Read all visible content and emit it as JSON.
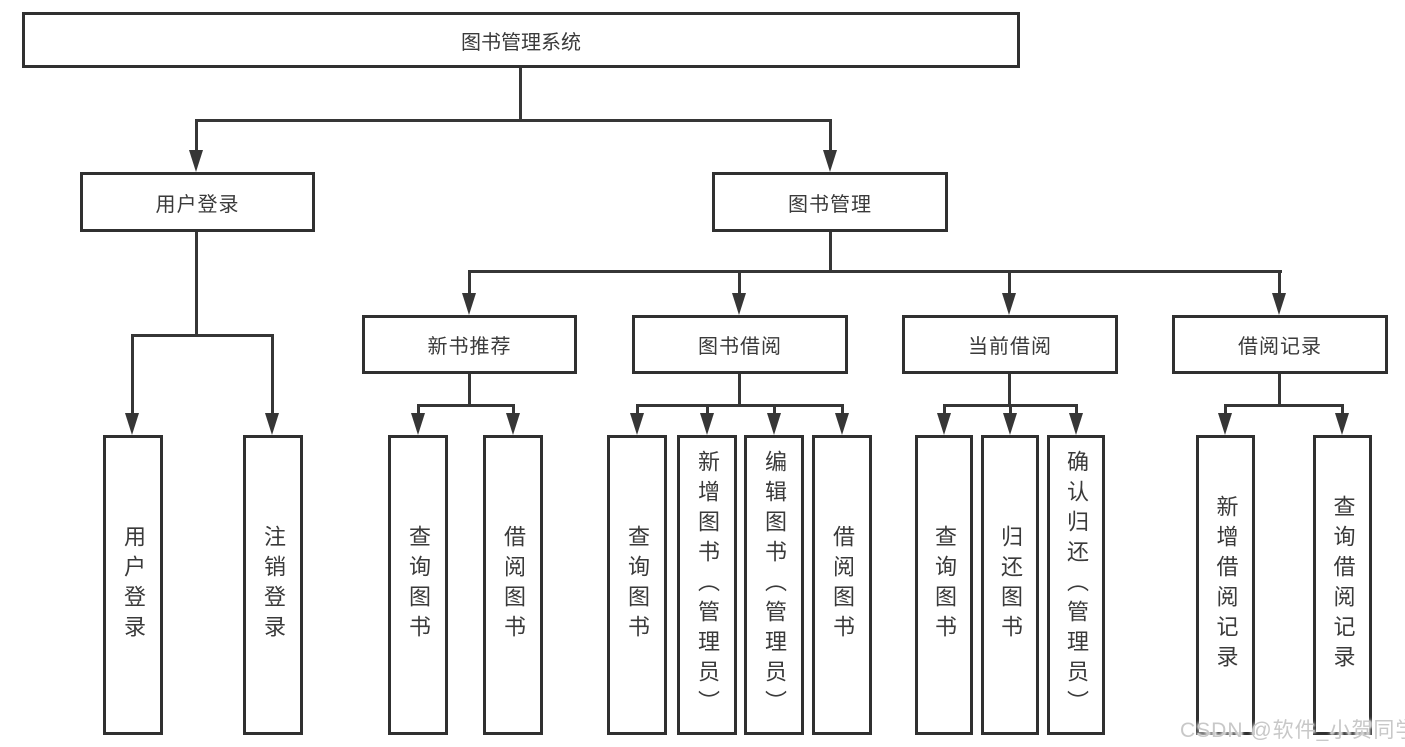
{
  "root_label": "图书管理系统",
  "branches": {
    "user_login": {
      "label": "用户登录",
      "leaves": [
        "用户登录",
        "注销登录"
      ]
    },
    "book_mgmt": {
      "label": "图书管理",
      "groups": [
        {
          "label": "新书推荐",
          "leaves": [
            "查询图书",
            "借阅图书"
          ]
        },
        {
          "label": "图书借阅",
          "leaves": [
            "查询图书",
            "新增图书（管理员）",
            "编辑图书（管理员）",
            "借阅图书"
          ]
        },
        {
          "label": "当前借阅",
          "leaves": [
            "查询图书",
            "归还图书",
            "确认归还（管理员）"
          ]
        },
        {
          "label": "借阅记录",
          "leaves": [
            "新增借阅记录",
            "查询借阅记录"
          ]
        }
      ]
    }
  },
  "watermark": "CSDN @软件_小贺同学",
  "colors": {
    "line": "#363636",
    "border": "#303030",
    "text": "#3a3a3a",
    "watermark": "#c8c8c8",
    "background": "#ffffff"
  }
}
